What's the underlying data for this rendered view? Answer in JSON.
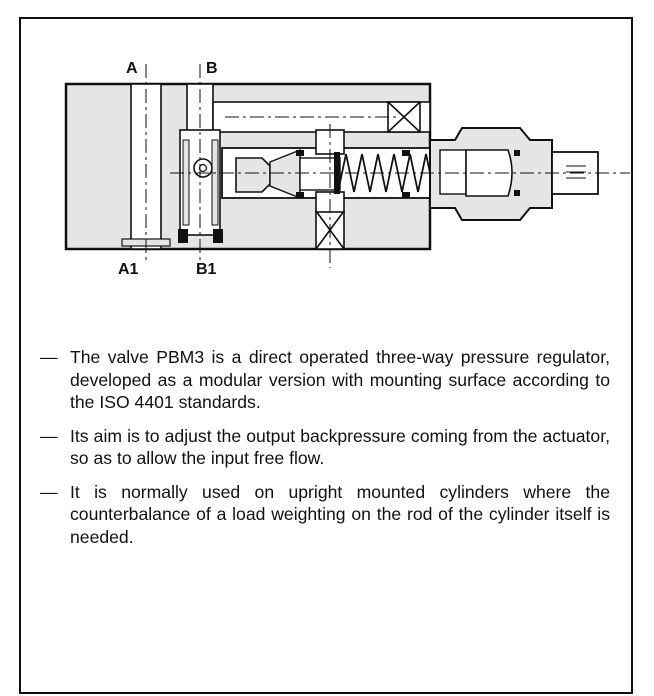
{
  "diagram": {
    "ports": {
      "a": "A",
      "b": "B",
      "a1": "A1",
      "b1": "B1"
    },
    "colors": {
      "fill": "#e5e5e5",
      "line": "#111111",
      "paper": "#ffffff"
    }
  },
  "description": {
    "bullet_marker": "—",
    "items": [
      {
        "text": "The valve PBM3 is a direct operated three-way pressure regulator, developed as a modular version with mounting surface according to the ISO 4401 standards."
      },
      {
        "text": "Its aim is to adjust the output backpressure coming from the actuator, so as to allow the input free flow."
      },
      {
        "text": "It is normally used on upright mounted cylinders where the counterbalance of a load weighting on the rod of the cylinder itself is needed."
      }
    ]
  }
}
